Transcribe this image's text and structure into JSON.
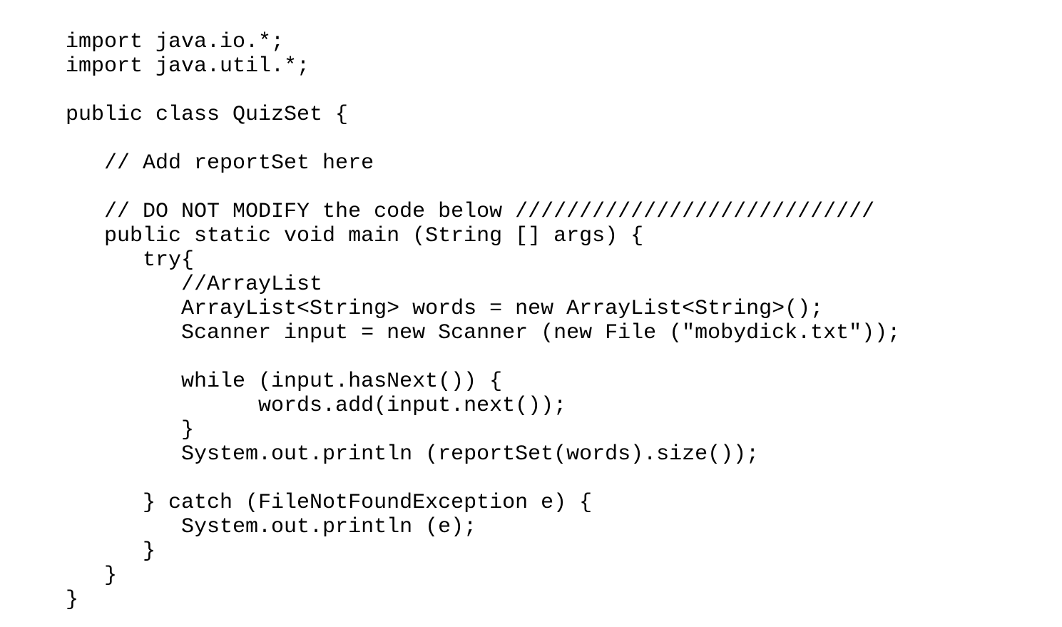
{
  "document": {
    "language": "java",
    "lines": [
      "import java.io.*;",
      "import java.util.*;",
      "",
      "public class QuizSet {",
      "",
      "   // Add reportSet here",
      "",
      "   // DO NOT MODIFY the code below ////////////////////////////",
      "   public static void main (String [] args) {",
      "      try{",
      "         //ArrayList",
      "         ArrayList<String> words = new ArrayList<String>();",
      "         Scanner input = new Scanner (new File (\"mobydick.txt\"));",
      "",
      "         while (input.hasNext()) {",
      "               words.add(input.next());",
      "         }",
      "         System.out.println (reportSet(words).size());",
      "",
      "      } catch (FileNotFoundException e) {",
      "         System.out.println (e);",
      "      }",
      "   }",
      "}"
    ]
  }
}
